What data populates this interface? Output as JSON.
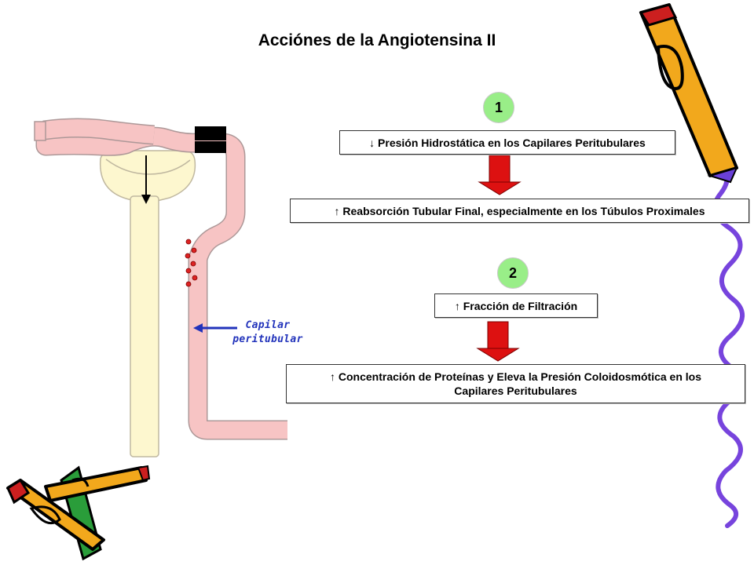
{
  "title": "Acciónes de la Angiotensina II",
  "steps": [
    {
      "number": "1",
      "cause": "↓ Presión Hidrostática en los Capilares Peritubulares",
      "effect": "↑ Reabsorción Tubular Final, especialmente en los Túbulos Proximales"
    },
    {
      "number": "2",
      "cause": "↑ Fracción de Filtración",
      "effect_line1": "↑ Concentración de Proteínas y Eleva la Presión Coloidosmótica en los",
      "effect_line2": "Capilares Peritubulares"
    }
  ],
  "capillary_label": {
    "line1": "Capilar",
    "line2": "peritubular"
  },
  "colors": {
    "tubule": "#fdf7cf",
    "capillary": "#f7c4c4",
    "arrow_red": "#dd1111",
    "badge": "#99ee88",
    "label_blue": "#2233bb",
    "squiggle": "#7744dd"
  }
}
